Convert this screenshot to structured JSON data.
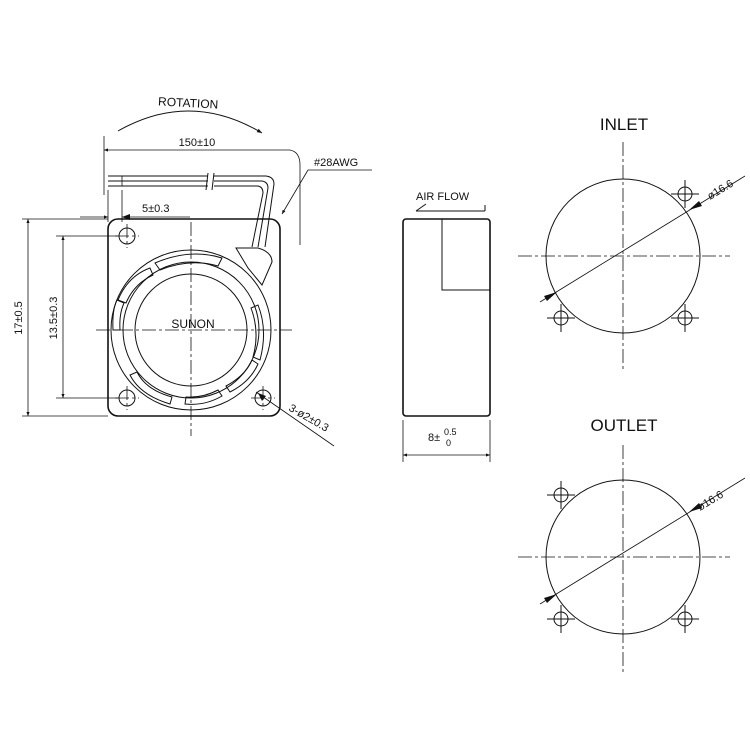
{
  "labels": {
    "rotation": "ROTATION",
    "cable_length": "150±10",
    "wire_gauge": "#28AWG",
    "strip_length": "5±0.3",
    "brand": "SUNON",
    "height": "17±0.5",
    "hole_pitch": "13.5±0.3",
    "mount_holes": "3-ø2±0.3",
    "air_flow": "AIR FLOW",
    "thickness_base": "8±",
    "thickness_upper": "0.5",
    "thickness_lower": "0",
    "inlet_title": "INLET",
    "outlet_title": "OUTLET",
    "inlet_diameter": "ø16.6",
    "outlet_diameter": "ø16.6"
  }
}
